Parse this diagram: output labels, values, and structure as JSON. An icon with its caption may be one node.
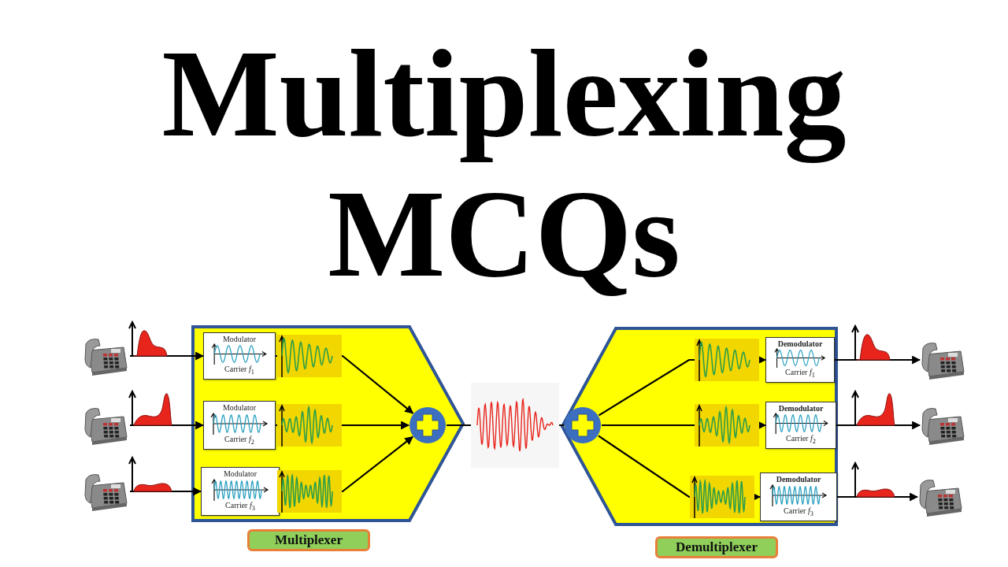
{
  "diagram": {
    "title": "Multiplexing MCQs",
    "nodes": [
      {
        "text": [],
        "shape": "picture"
      },
      {
        "text": [],
        "shape": "picture"
      },
      {
        "text": [],
        "shape": "picture"
      },
      {
        "text": [],
        "shape": "pentagon"
      },
      {
        "text": [
          "Modulator",
          "Carrier *f*$_{1}$"
        ],
        "in": 3
      },
      {
        "text": [
          "Modulator",
          "Carrier *f*$_{2}$"
        ],
        "in": 3
      },
      {
        "text": [
          "Modulator",
          "Carrier *f*$_{3}$"
        ],
        "in": 3
      },
      {
        "text": [],
        "shape": "circle",
        "in": 3
      },
      {
        "text": [
          "Multiplexer"
        ]
      },
      {
        "text": [],
        "shape": "pentagon"
      },
      {
        "text": [],
        "shape": "circle",
        "in": 9
      },
      {
        "text": [
          "Demodulator",
          "Carrier *f*$_{1}$"
        ],
        "in": 9
      },
      {
        "text": [
          "Demodulator",
          "Carrier *f*$_{2}$"
        ],
        "in": 9
      },
      {
        "text": [
          "Demodulator",
          "Carrier *f*$_{3}$"
        ],
        "in": 9
      },
      {
        "text": [
          "Demultiplexer"
        ]
      },
      {
        "text": [],
        "shape": "picture"
      },
      {
        "text": [],
        "shape": "picture"
      },
      {
        "text": [],
        "shape": "picture"
      }
    ],
    "edges": [
      {
        "from": 0,
        "to": 4,
        "arrow": "to"
      },
      {
        "from": 1,
        "to": 5,
        "arrow": "to"
      },
      {
        "from": 2,
        "to": 6,
        "arrow": "to"
      },
      {
        "from": 4,
        "to": 7,
        "arrow": "to"
      },
      {
        "from": 5,
        "to": 7,
        "arrow": "to"
      },
      {
        "from": 6,
        "to": 7,
        "arrow": "to"
      },
      {
        "from": 7,
        "to": 10,
        "arrow": "none"
      },
      {
        "from": 10,
        "to": 11,
        "arrow": "to"
      },
      {
        "from": 10,
        "to": 12,
        "arrow": "to"
      },
      {
        "from": 10,
        "to": 13,
        "arrow": "to"
      },
      {
        "from": 11,
        "to": 15,
        "arrow": "to"
      },
      {
        "from": 12,
        "to": 16,
        "arrow": "to"
      },
      {
        "from": 13,
        "to": 17,
        "arrow": "to"
      }
    ]
  }
}
